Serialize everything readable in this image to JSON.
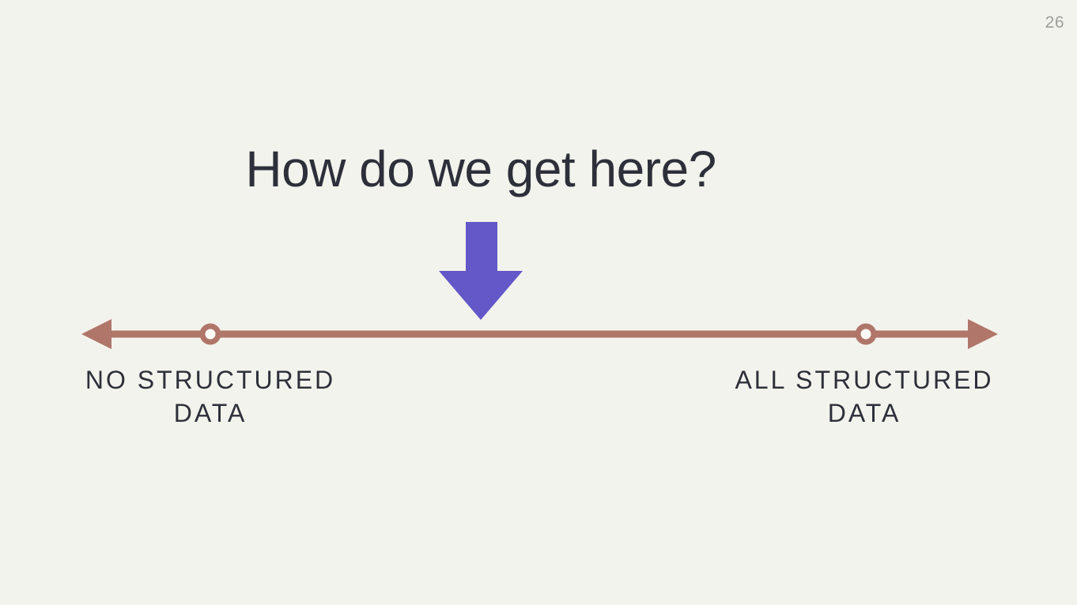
{
  "slide": {
    "page_number": "26",
    "title": "How do we get here?",
    "spectrum": {
      "left_endpoint": {
        "label_line1": "NO STRUCTURED",
        "label_line2": "DATA"
      },
      "right_endpoint": {
        "label_line1": "ALL STRUCTURED",
        "label_line2": "DATA"
      }
    }
  },
  "colors": {
    "background": "#f2f3ec",
    "text": "#2d2f3a",
    "page_number": "#9d9e9c",
    "arrow": "#6457c8",
    "axis": "#b0766a",
    "marker_hole": "#fbfaf6"
  }
}
